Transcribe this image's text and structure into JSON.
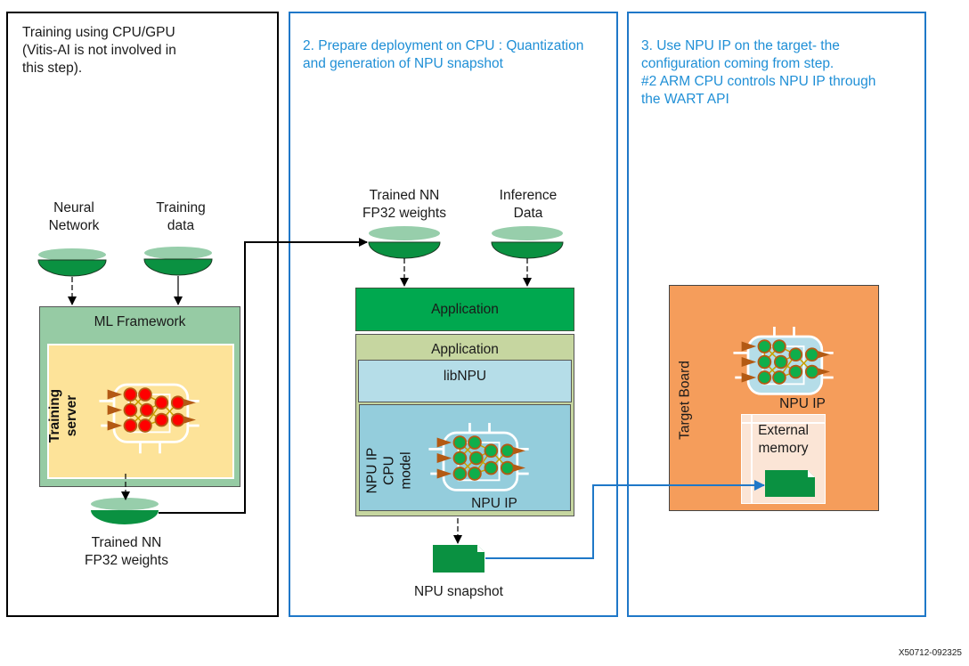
{
  "panels": {
    "training": {
      "title_lines": [
        "Training using CPU/GPU",
        "(Vitis-AI is not involved in",
        "this step)."
      ],
      "neural_network_label": [
        "Neural",
        "Network"
      ],
      "training_data_label": [
        "Training",
        "data"
      ],
      "ml_framework_label": "ML Framework",
      "training_server_label": [
        "Training",
        "server"
      ],
      "trained_nn_label": [
        "Trained NN",
        "FP32 weights"
      ]
    },
    "deployment": {
      "title_lines": [
        "2. Prepare deployment on CPU : Quantization",
        "and generation of NPU snapshot"
      ],
      "trained_nn_label": [
        "Trained NN",
        "FP32 weights"
      ],
      "inference_data_label": [
        "Inference",
        "Data"
      ],
      "application_top_label": "Application",
      "application_inner_label": "Application",
      "libnpu_label": "libNPU",
      "cpu_model_label": [
        "NPU IP",
        "CPU",
        "model"
      ],
      "npu_ip_label": "NPU IP",
      "snapshot_label": "NPU snapshot"
    },
    "target": {
      "title_lines": [
        "3. Use NPU IP on the target- the",
        "configuration coming from step.",
        "#2 ARM CPU controls NPU IP through",
        "the WART API"
      ],
      "target_board_label": "Target Board",
      "npu_ip_label": "NPU IP",
      "external_memory_label": [
        "External",
        "memory"
      ]
    }
  },
  "footer_id": "X50712-092325",
  "colors": {
    "accent_blue": "#1f78c8",
    "title_blue": "#1f8fd6",
    "db_top": "#97ceab",
    "db_bottom": "#0a9141",
    "ml_framework_bg": "#96cba4",
    "training_server_bg": "#fde399",
    "application_green": "#00a84f",
    "application_tan": "#c6d6a0",
    "libnpu_bg": "#b5dde8",
    "cpu_model_bg": "#94cddc",
    "target_board_bg": "#f59d5b",
    "external_memory_bg": "#fbe5d6",
    "neuron_red": "#ff0000",
    "neuron_green": "#0fae4b",
    "neuron_ring": "#b35a14",
    "chip_teal": "#b5dde8"
  }
}
